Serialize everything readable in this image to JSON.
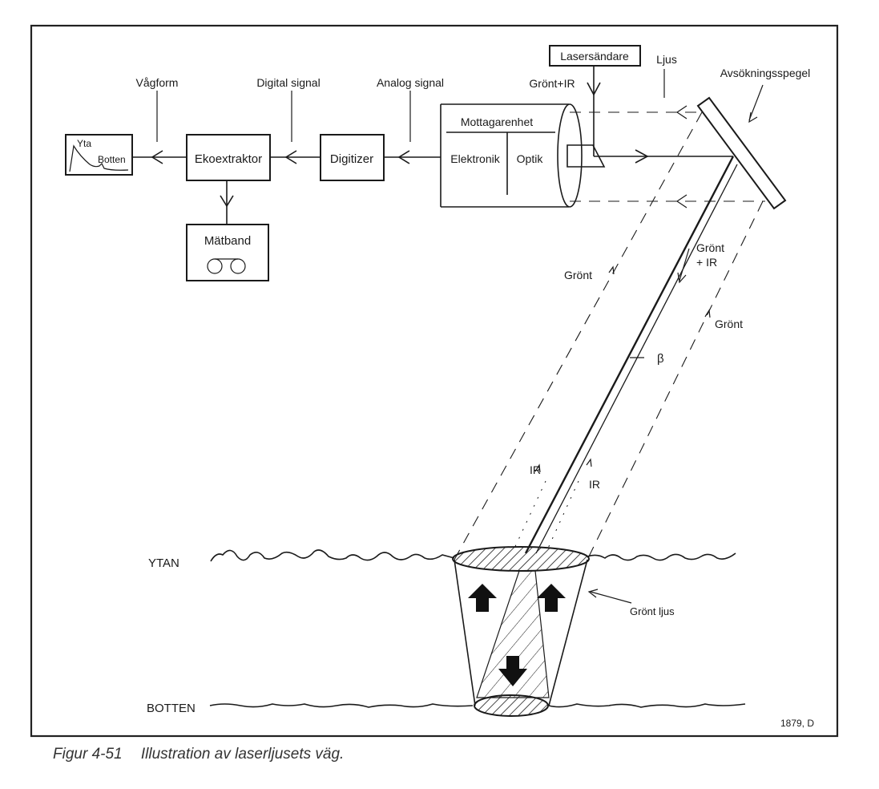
{
  "figure": {
    "caption_number": "Figur 4-51",
    "caption_text": "Illustration av laserljusets väg.",
    "reference_code": "1879, D"
  },
  "blocks": {
    "waveform_display": {
      "peak_label": "Yta",
      "second_label": "Botten"
    },
    "echo_extractor": "Ekoextraktor",
    "tape": "Mätband",
    "digitizer": "Digitizer",
    "receiver": {
      "title": "Mottagarenhet",
      "left": "Elektronik",
      "right": "Optik"
    },
    "laser": "Lasersändare"
  },
  "signal_labels": {
    "waveform": "Vågform",
    "digital": "Digital signal",
    "analog": "Analog signal",
    "green_ir_in": "Grönt+IR",
    "light": "Ljus",
    "mirror": "Avsökningsspegel"
  },
  "beam_labels": {
    "green_left": "Grönt",
    "green_ir": "Grönt",
    "green_ir_2": "+ IR",
    "green_right": "Grönt",
    "beta": "β",
    "ir_left": "IR",
    "ir_right": "IR",
    "green_light": "Grönt ljus"
  },
  "levels": {
    "surface": "YTAN",
    "bottom": "BOTTEN"
  }
}
